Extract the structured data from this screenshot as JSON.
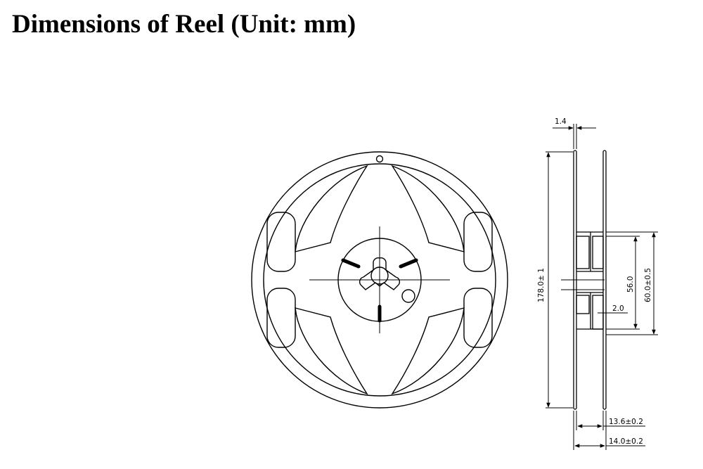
{
  "title": "Dimensions of Reel (Unit: mm)",
  "dimensions": {
    "flange_thickness": "1.4",
    "reel_diameter": "178.0± 1",
    "hub_diameter": "56.0",
    "hub_outer_diameter": "60.0±0.5",
    "slot_width": "2.0",
    "inner_width": "13.6±0.2",
    "outer_width": "14.0±0.2"
  }
}
